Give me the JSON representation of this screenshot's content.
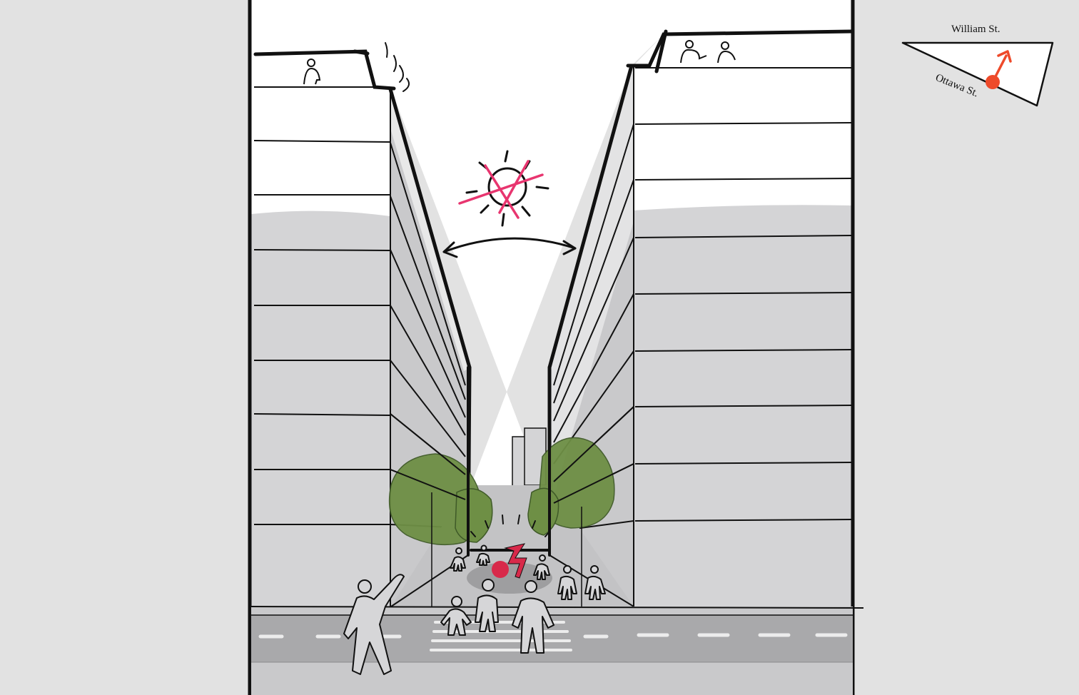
{
  "scene": "street-canyon-sketch",
  "key_map": {
    "north_street": "William St.",
    "south_street": "Ottawa St."
  },
  "colors": {
    "background": "#e2e2e2",
    "building_face": "#d4d4d6",
    "building_side": "#c9c9cb",
    "sky": "#ffffff",
    "road": "#a9a9ab",
    "road_marking": "#ececec",
    "tree": "#6e8f45",
    "accent_red": "#d8294a",
    "accent_pink": "#e8356f",
    "map_marker": "#ee4a2a",
    "ink": "#111111"
  },
  "icons": {
    "sun": "crossed-out-sun-icon",
    "arrow": "double-headed-arc-arrow-icon",
    "marker": "location-marker-icon"
  }
}
